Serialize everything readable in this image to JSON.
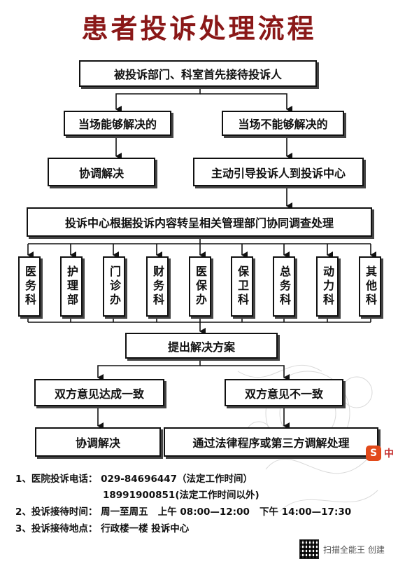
{
  "title": "患者投诉处理流程",
  "flow": {
    "receive": "被投诉部门、科室首先接待投诉人",
    "can_solve": "当场能够解决的",
    "cannot_solve": "当场不能够解决的",
    "coordinate_1": "协调解决",
    "guide": "主动引导投诉人到投诉中心",
    "center": "投诉中心根据投诉内容转呈相关管理部门协同调查处理",
    "departments": [
      "医务科",
      "护理部",
      "门诊办",
      "财务科",
      "医保办",
      "保卫科",
      "总务科",
      "动力科",
      "其他科"
    ],
    "plan": "提出解决方案",
    "agree": "双方意见达成一致",
    "disagree": "双方意见不一致",
    "coordinate_2": "协调解决",
    "legal": "通过法律程序或第三方调解处理"
  },
  "info": {
    "phone_label": "1、医院投诉电话：",
    "phone_1": "029-84696447（法定工作时间）",
    "phone_2": "18991900851(法定工作时间以外)",
    "time_label": "2、投诉接待时间：",
    "time_days": "周一至周五",
    "time_am": "上午  08:00—12:00",
    "time_pm": "下午  14:00—17:30",
    "place_label": "3、投诉接待地点：",
    "place": "行政楼一楼   投诉中心"
  },
  "footer": {
    "scanner": "扫描全能王 创建"
  },
  "overlay": {
    "ime_label": "中"
  }
}
